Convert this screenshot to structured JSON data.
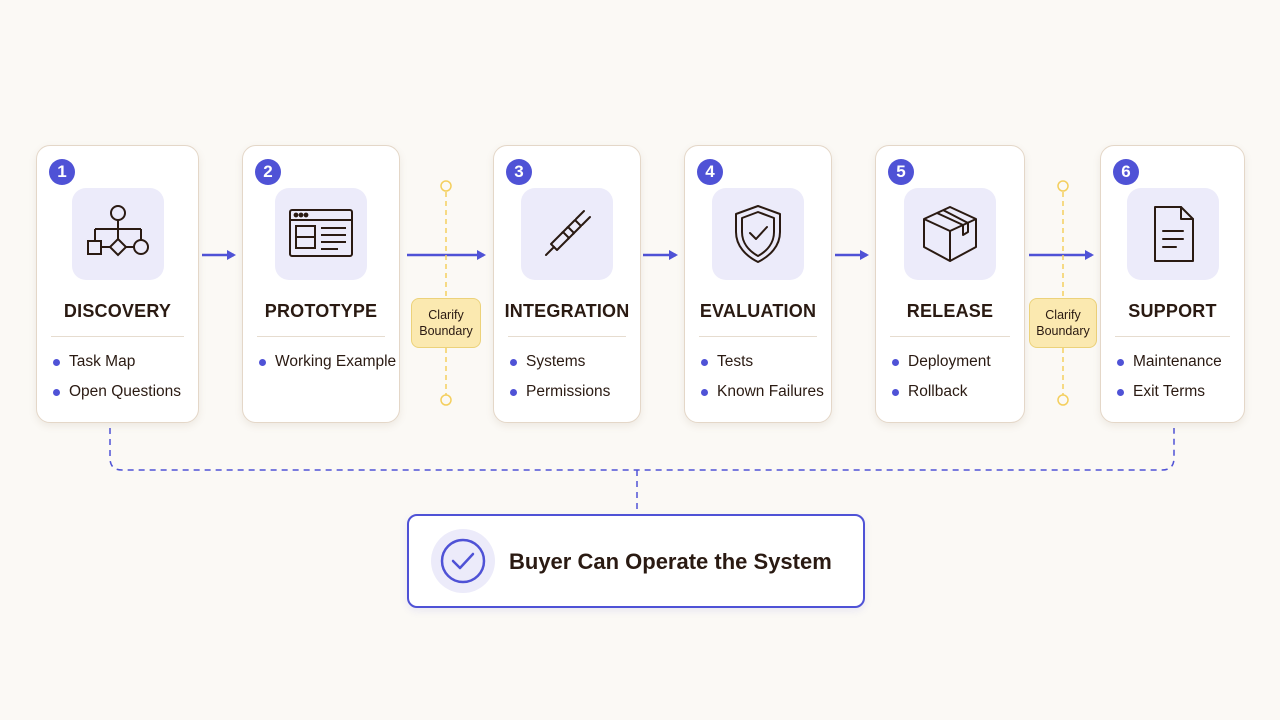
{
  "colors": {
    "accent": "#4f52d6",
    "icon_tile": "#ecebfa",
    "boundary": "#f4cf5e",
    "text": "#2a1a12",
    "background": "#fbf9f5"
  },
  "stages": [
    {
      "number": "1",
      "title": "DISCOVERY",
      "icon": "flowchart-icon",
      "items": [
        "Task Map",
        "Open Questions"
      ]
    },
    {
      "number": "2",
      "title": "PROTOTYPE",
      "icon": "browser-window-icon",
      "items": [
        "Working Example"
      ]
    },
    {
      "number": "3",
      "title": "INTEGRATION",
      "icon": "plug-icon",
      "items": [
        "Systems",
        "Permissions"
      ]
    },
    {
      "number": "4",
      "title": "EVALUATION",
      "icon": "shield-check-icon",
      "items": [
        "Tests",
        "Known Failures"
      ]
    },
    {
      "number": "5",
      "title": "RELEASE",
      "icon": "package-icon",
      "items": [
        "Deployment",
        "Rollback"
      ]
    },
    {
      "number": "6",
      "title": "SUPPORT",
      "icon": "document-icon",
      "items": [
        "Maintenance",
        "Exit Terms"
      ]
    }
  ],
  "boundaries": [
    {
      "line1": "Clarify",
      "line2": "Boundary"
    },
    {
      "line1": "Clarify",
      "line2": "Boundary"
    }
  ],
  "outcome": {
    "label": "Buyer Can Operate the System",
    "icon": "check-circle-icon"
  }
}
